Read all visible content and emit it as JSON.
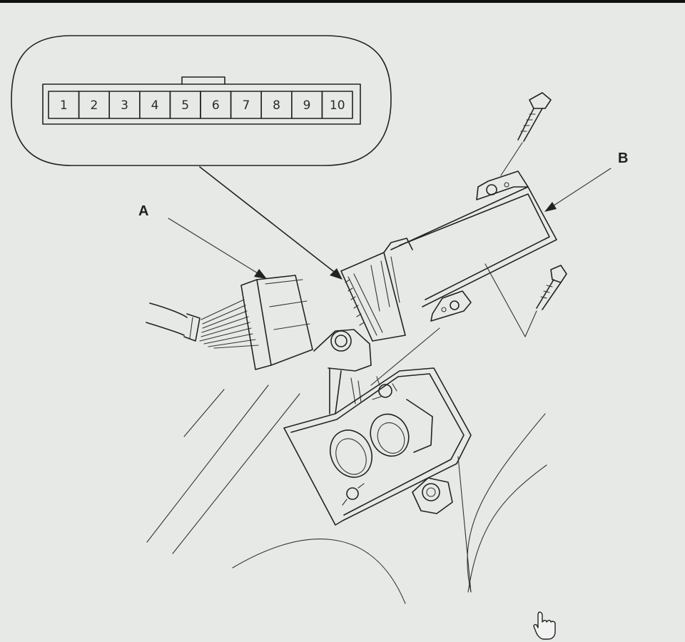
{
  "diagram": {
    "connector_pins": [
      "1",
      "2",
      "3",
      "4",
      "5",
      "6",
      "7",
      "8",
      "9",
      "10"
    ],
    "callouts": {
      "a": "A",
      "b": "B"
    },
    "colors": {
      "background": "#e6e9e6",
      "line": "#222222",
      "top_bar": "#111111"
    }
  }
}
